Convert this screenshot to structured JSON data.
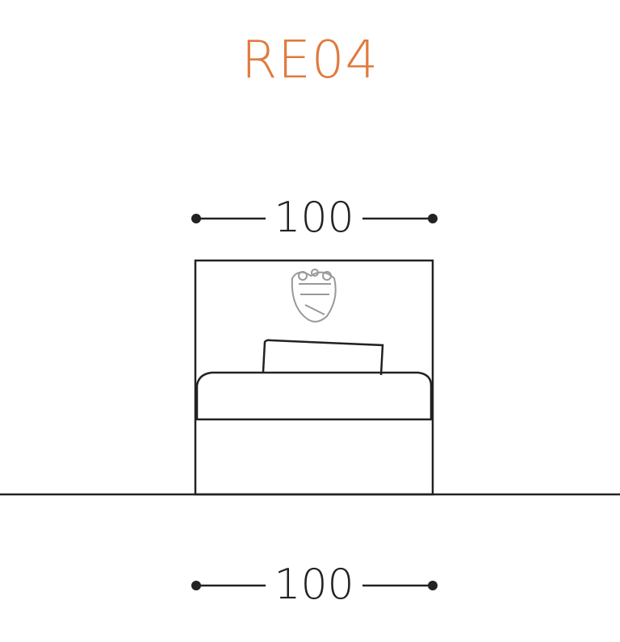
{
  "title": "RE04",
  "dimensions": {
    "top_width": "100",
    "bottom_width": "100"
  },
  "colors": {
    "title": "#e07a3e",
    "line": "#222222",
    "crest": "#999999"
  }
}
